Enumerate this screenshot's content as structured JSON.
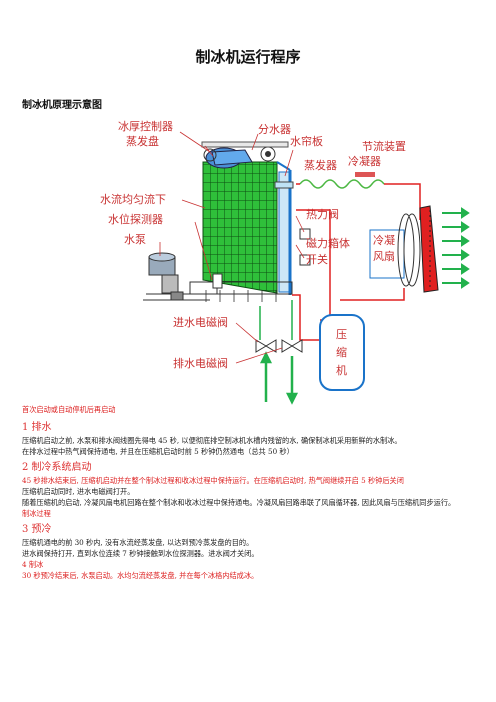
{
  "title": "制冰机运行程序",
  "diagram": {
    "title": "制冰机原理示意图",
    "labels": {
      "thickness_controller": "冰厚控制器",
      "evaporator_pan": "蒸发盘",
      "distributor": "分水器",
      "water_curtain": "水帘板",
      "evaporator": "蒸发器",
      "throttle": "节流装置",
      "condenser": "冷凝器",
      "water_flow": "水流均匀流下",
      "level_probe": "水位探测器",
      "hot_valve": "热力阀",
      "pump": "水泵",
      "mag_box_1": "磁力箱体",
      "mag_box_2": "开关",
      "fan_1": "冷凝",
      "fan_2": "风扇",
      "inlet_valve": "进水电磁阀",
      "drain_valve": "排水电磁阀",
      "comp_1": "压",
      "comp_2": "缩",
      "comp_3": "机"
    }
  },
  "sections": {
    "intro": "首次启动或自动停机后再启动",
    "s1_heading": "1 排水",
    "s1_p1": "压缩机启动之前, 水泵和排水阀线圈先得电 45 秒, 以便彻底排空制冰机水槽内残留的水, 确保制冰机采用新鲜的水制冰。",
    "s1_p2": "在排水过程中热气阀保持通电, 并且在压缩机启动时前 5 秒钟仍然通电（总共 50 秒）",
    "s2_heading": "2 制冷系统启动",
    "s2_p1": "45 秒排水结束后, 压缩机启动并在整个制冰过程和收冰过程中保持运行。在压缩机启动时, 热气阀继续开启 5 秒钟后关闭",
    "s2_p2": "压缩机启动同时, 进水电磁阀打开。",
    "s2_p3": "随着压缩机的启动, 冷凝风扇电机回路在整个制冰和收冰过程中保持通电。冷凝风扇回路串联了风扇循环器, 因此风扇与压缩机同步运行。",
    "s2_p4": "制冰过程",
    "s3_heading": "3 预冷",
    "s3_p1": "压缩机通电的前 30 秒内, 没有水流经蒸发盘, 以达到预冷蒸发盘的目的。",
    "s3_p2": "进水阀保持打开, 直到水位连续 7 秒钟接触到水位探测器。进水阀才关闭。",
    "s4_heading": "4 制冰",
    "s4_p1": "30 秒预冷结束后, 水泵启动。水均匀流经蒸发盘, 并在每个冰格内结成冰。"
  },
  "colors": {
    "label_red": "#c83232",
    "text_red": "#d22222",
    "grid_green": "#2fbf3a",
    "pipe_blue": "#1a73c9",
    "fan_red": "#e02020",
    "arrow_green": "#22b14c"
  }
}
